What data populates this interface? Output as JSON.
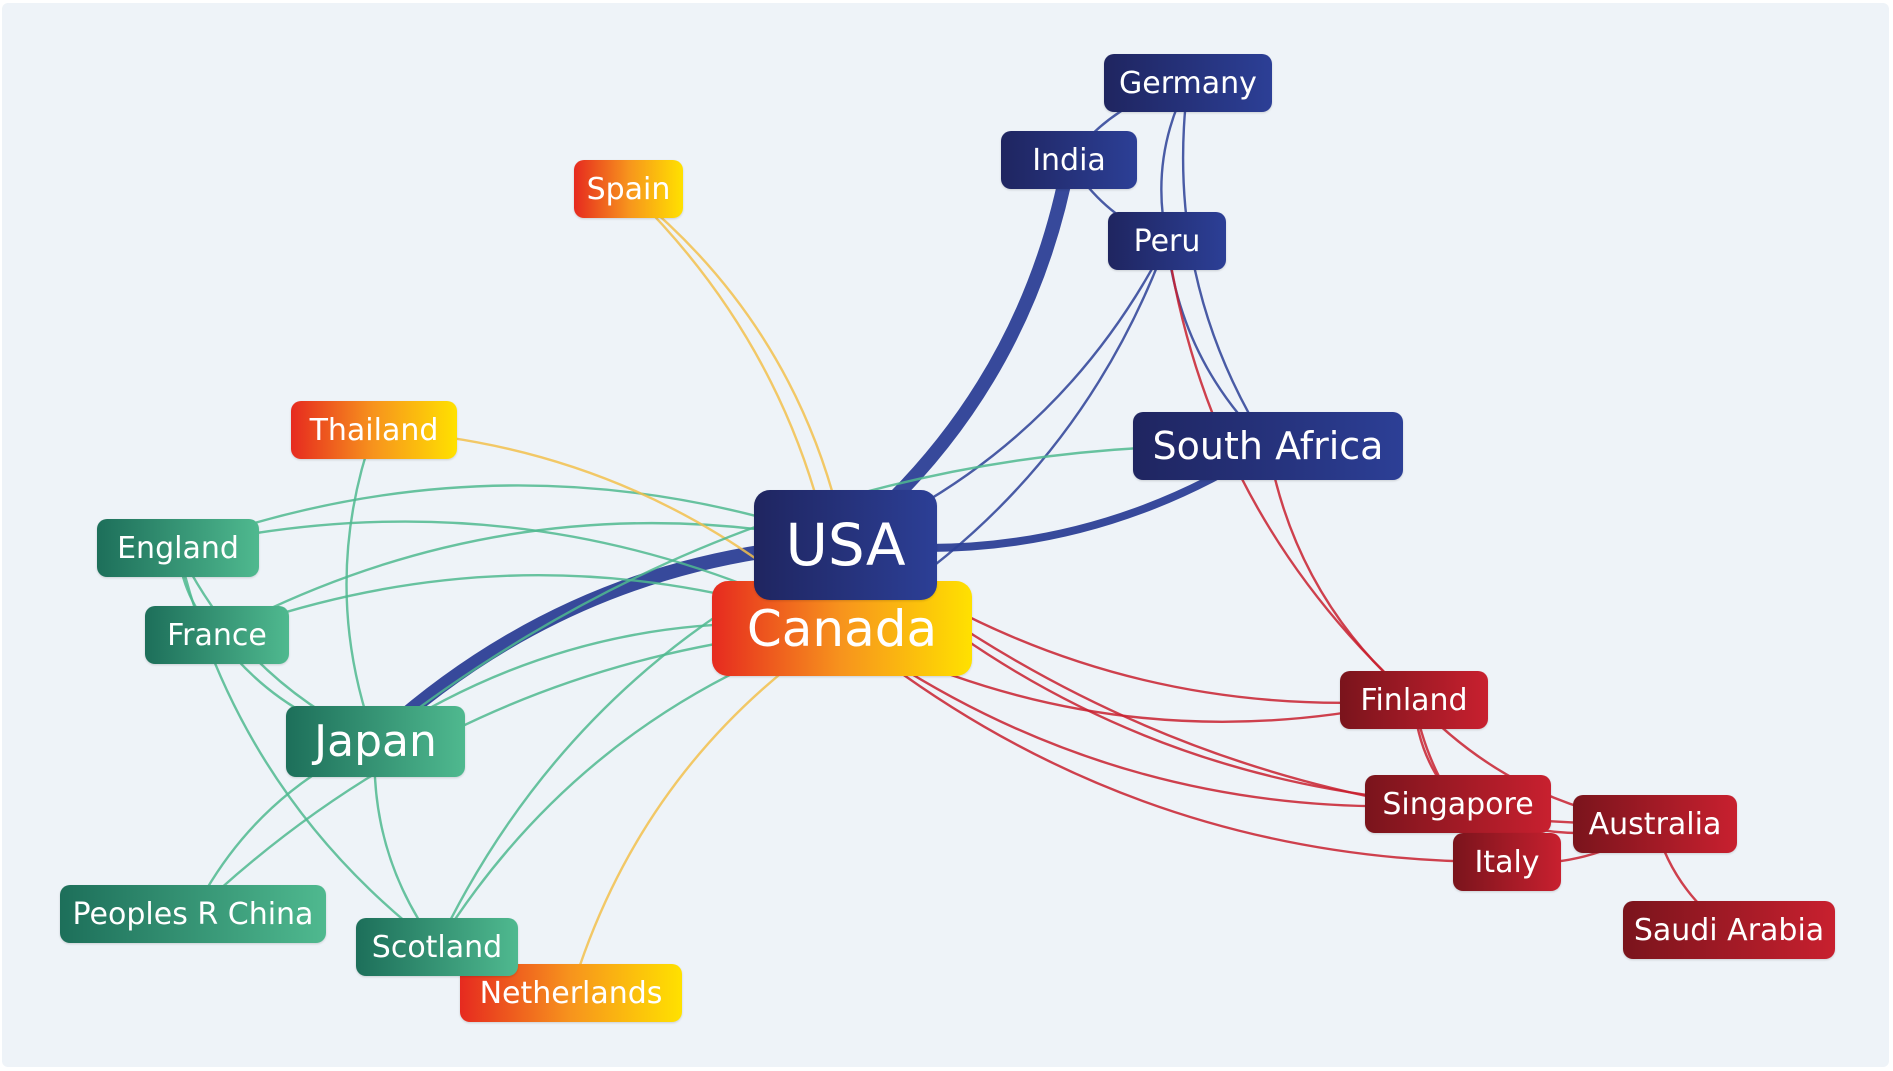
{
  "colors": {
    "background": "#eef3f8",
    "blue_dark": "#1f2560",
    "blue_light": "#2c3f96",
    "red_dark": "#7a141c",
    "red_light": "#c8202f",
    "green_dark": "#1d6f5a",
    "green_light": "#4fb98f",
    "orange_left": "#e62a1f",
    "orange_mid": "#f7941d",
    "orange_right": "#ffe100"
  },
  "nodes": [
    {
      "id": "usa",
      "label": "USA",
      "cluster": "blue"
    },
    {
      "id": "canada",
      "label": "Canada",
      "cluster": "orange"
    },
    {
      "id": "germany",
      "label": "Germany",
      "cluster": "blue"
    },
    {
      "id": "india",
      "label": "India",
      "cluster": "blue"
    },
    {
      "id": "peru",
      "label": "Peru",
      "cluster": "blue"
    },
    {
      "id": "south_africa",
      "label": "South Africa",
      "cluster": "blue"
    },
    {
      "id": "spain",
      "label": "Spain",
      "cluster": "orange"
    },
    {
      "id": "thailand",
      "label": "Thailand",
      "cluster": "orange"
    },
    {
      "id": "netherlands",
      "label": "Netherlands",
      "cluster": "orange"
    },
    {
      "id": "england",
      "label": "England",
      "cluster": "green"
    },
    {
      "id": "france",
      "label": "France",
      "cluster": "green"
    },
    {
      "id": "japan",
      "label": "Japan",
      "cluster": "green"
    },
    {
      "id": "peoples_r_china",
      "label": "Peoples R China",
      "cluster": "green"
    },
    {
      "id": "scotland",
      "label": "Scotland",
      "cluster": "green"
    },
    {
      "id": "finland",
      "label": "Finland",
      "cluster": "red"
    },
    {
      "id": "singapore",
      "label": "Singapore",
      "cluster": "red"
    },
    {
      "id": "australia",
      "label": "Australia",
      "cluster": "red"
    },
    {
      "id": "italy",
      "label": "Italy",
      "cluster": "red"
    },
    {
      "id": "saudi_arabia",
      "label": "Saudi Arabia",
      "cluster": "red"
    }
  ],
  "links": [
    {
      "source": "usa",
      "target": "india",
      "strength": "strong"
    },
    {
      "source": "usa",
      "target": "japan",
      "strength": "strong"
    },
    {
      "source": "usa",
      "target": "south_africa",
      "strength": "medium"
    },
    {
      "source": "usa",
      "target": "peru",
      "strength": "weak"
    },
    {
      "source": "usa",
      "target": "spain",
      "strength": "weak"
    },
    {
      "source": "usa",
      "target": "finland",
      "strength": "weak"
    },
    {
      "source": "usa",
      "target": "australia",
      "strength": "weak"
    },
    {
      "source": "usa",
      "target": "singapore",
      "strength": "weak"
    },
    {
      "source": "usa",
      "target": "england",
      "strength": "weak"
    },
    {
      "source": "usa",
      "target": "france",
      "strength": "weak"
    },
    {
      "source": "usa",
      "target": "scotland",
      "strength": "weak"
    },
    {
      "source": "canada",
      "target": "spain",
      "strength": "weak"
    },
    {
      "source": "canada",
      "target": "thailand",
      "strength": "weak"
    },
    {
      "source": "canada",
      "target": "england",
      "strength": "weak"
    },
    {
      "source": "canada",
      "target": "france",
      "strength": "weak"
    },
    {
      "source": "canada",
      "target": "japan",
      "strength": "weak"
    },
    {
      "source": "canada",
      "target": "peoples_r_china",
      "strength": "weak"
    },
    {
      "source": "canada",
      "target": "scotland",
      "strength": "weak"
    },
    {
      "source": "canada",
      "target": "netherlands",
      "strength": "weak"
    },
    {
      "source": "canada",
      "target": "finland",
      "strength": "weak"
    },
    {
      "source": "canada",
      "target": "singapore",
      "strength": "weak"
    },
    {
      "source": "canada",
      "target": "italy",
      "strength": "weak"
    },
    {
      "source": "canada",
      "target": "peru",
      "strength": "weak"
    },
    {
      "source": "germany",
      "target": "india",
      "strength": "weak"
    },
    {
      "source": "germany",
      "target": "peru",
      "strength": "weak"
    },
    {
      "source": "germany",
      "target": "south_africa",
      "strength": "weak"
    },
    {
      "source": "india",
      "target": "peru",
      "strength": "weak"
    },
    {
      "source": "peru",
      "target": "south_africa",
      "strength": "weak"
    },
    {
      "source": "peru",
      "target": "finland",
      "strength": "weak"
    },
    {
      "source": "south_africa",
      "target": "finland",
      "strength": "weak"
    },
    {
      "source": "south_africa",
      "target": "japan",
      "strength": "weak"
    },
    {
      "source": "thailand",
      "target": "japan",
      "strength": "weak"
    },
    {
      "source": "england",
      "target": "france",
      "strength": "weak"
    },
    {
      "source": "england",
      "target": "japan",
      "strength": "weak"
    },
    {
      "source": "england",
      "target": "scotland",
      "strength": "weak"
    },
    {
      "source": "france",
      "target": "japan",
      "strength": "weak"
    },
    {
      "source": "japan",
      "target": "peoples_r_china",
      "strength": "weak"
    },
    {
      "source": "japan",
      "target": "scotland",
      "strength": "weak"
    },
    {
      "source": "finland",
      "target": "singapore",
      "strength": "weak"
    },
    {
      "source": "finland",
      "target": "australia",
      "strength": "weak"
    },
    {
      "source": "finland",
      "target": "italy",
      "strength": "weak"
    },
    {
      "source": "singapore",
      "target": "australia",
      "strength": "weak"
    },
    {
      "source": "italy",
      "target": "australia",
      "strength": "weak"
    },
    {
      "source": "australia",
      "target": "saudi_arabia",
      "strength": "weak"
    }
  ]
}
